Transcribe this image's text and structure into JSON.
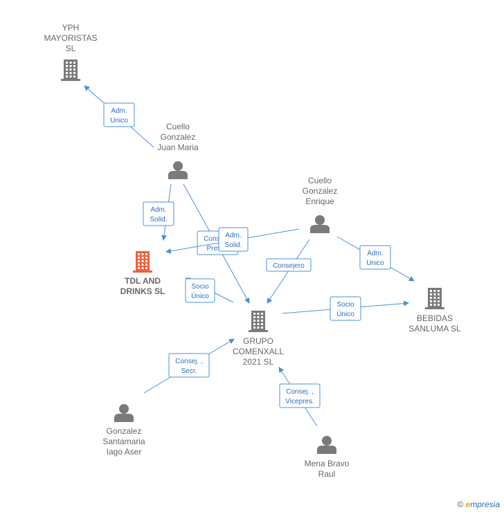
{
  "colors": {
    "edge": "#4a90d9",
    "edge_text": "#2f6fb5",
    "company": "#7a7a7a",
    "company_highlight": "#f0603a",
    "person": "#7a7a7a",
    "label": "#666666"
  },
  "nodes": [
    {
      "id": "yph",
      "type": "company",
      "lines": [
        "YPH",
        "MAYORISTAS",
        "SL"
      ],
      "icon": "building-icon"
    },
    {
      "id": "cuello_jm",
      "type": "person",
      "lines": [
        "Cuello",
        "Gonzalez",
        "Juan Maria"
      ],
      "icon": "person-icon"
    },
    {
      "id": "cuello_e",
      "type": "person",
      "lines": [
        "Cuello",
        "Gonzalez",
        "Enrique"
      ],
      "icon": "person-icon"
    },
    {
      "id": "tdl",
      "type": "company",
      "highlight": true,
      "lines": [
        "TDL AND",
        "DRINKS  SL"
      ],
      "icon": "building-icon"
    },
    {
      "id": "grupo",
      "type": "company",
      "lines": [
        "GRUPO",
        "COMENXALL",
        "2021  SL"
      ],
      "icon": "building-icon"
    },
    {
      "id": "bebidas",
      "type": "company",
      "lines": [
        "BEBIDAS",
        "SANLUMA  SL"
      ],
      "icon": "building-icon"
    },
    {
      "id": "gonzalez",
      "type": "person",
      "lines": [
        "Gonzalez",
        "Santamaria",
        "Iago Aser"
      ],
      "icon": "person-icon"
    },
    {
      "id": "mena",
      "type": "person",
      "lines": [
        "Mena Bravo",
        "Raul"
      ],
      "icon": "person-icon"
    }
  ],
  "edges": [
    {
      "id": "e1",
      "from": "cuello_jm",
      "to": "yph",
      "label": [
        "Adm.",
        "Unico"
      ]
    },
    {
      "id": "e2",
      "from": "cuello_jm",
      "to": "tdl",
      "label": [
        "Adm.",
        "Solid."
      ]
    },
    {
      "id": "e3",
      "from": "cuello_jm",
      "to": "grupo",
      "label": [
        "Consej. ,",
        "Presid."
      ]
    },
    {
      "id": "e4",
      "from": "cuello_e",
      "to": "tdl",
      "label": [
        "Adm.",
        "Solid."
      ]
    },
    {
      "id": "e5",
      "from": "cuello_e",
      "to": "grupo",
      "label": [
        "Consejero"
      ]
    },
    {
      "id": "e6",
      "from": "cuello_e",
      "to": "bebidas",
      "label": [
        "Adm.",
        "Unico"
      ]
    },
    {
      "id": "e7",
      "from": "grupo",
      "to": "tdl",
      "label": [
        "Socio",
        "Único"
      ]
    },
    {
      "id": "e8",
      "from": "grupo",
      "to": "bebidas",
      "label": [
        "Socio",
        "Único"
      ]
    },
    {
      "id": "e9",
      "from": "gonzalez",
      "to": "grupo",
      "label": [
        "Consej. ,",
        "Secr."
      ]
    },
    {
      "id": "e10",
      "from": "mena",
      "to": "grupo",
      "label": [
        "Consej. ,",
        "Vicepres."
      ]
    }
  ],
  "watermark": {
    "copyright": "©",
    "brand_initial": "e",
    "brand_rest": "mpresia"
  }
}
